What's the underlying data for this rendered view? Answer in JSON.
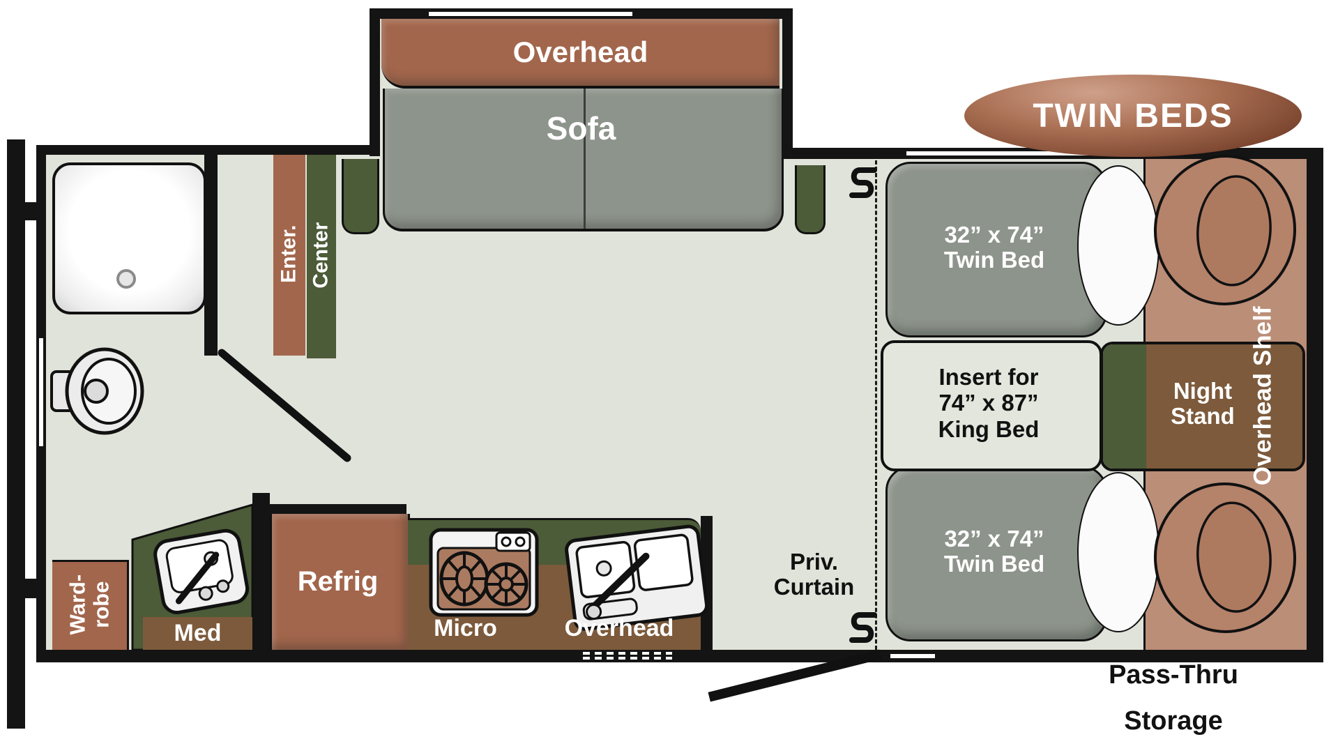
{
  "badge": {
    "label": "TWIN BEDS"
  },
  "slide_out": {
    "overhead_label": "Overhead",
    "sofa_label": "Sofa"
  },
  "bedroom": {
    "twin_bed_top": {
      "size": "32” x 74”",
      "name": "Twin Bed"
    },
    "twin_bed_bottom": {
      "size": "32” x 74”",
      "name": "Twin Bed"
    },
    "king_insert": {
      "line1": "Insert for",
      "line2": "74” x 87”",
      "line3": "King Bed"
    },
    "night_stand": {
      "line1": "Night",
      "line2": "Stand"
    },
    "overhead_shelf_label": "Overhead Shelf",
    "privacy_curtain": {
      "line1": "Priv.",
      "line2": "Curtain"
    },
    "pass_thru_storage": {
      "line1": "Pass-Thru",
      "line2": "Storage"
    }
  },
  "kitchen": {
    "refrigerator_label": "Refrig",
    "microwave_label": "Micro",
    "overhead_label": "Overhead"
  },
  "bathroom": {
    "entertainment_center": {
      "line1": "Enter.",
      "line2": "Center"
    },
    "medicine_label": "Med",
    "wardrobe": {
      "line1": "Ward-",
      "line2": "robe"
    }
  },
  "colors": {
    "floor": "#e0e3d9",
    "wall_black": "#141414",
    "rust_brown": "#a2664c",
    "olive_green": "#4c5b38",
    "sofa_gray": "#8d948b",
    "saddle_brown": "#7c5a3b",
    "headboard_tan": "#bb8e78",
    "pillow_tan": "#b5826a",
    "badge_brown": "#9c6148",
    "insert_panel_bg": "#e3e6dc"
  }
}
